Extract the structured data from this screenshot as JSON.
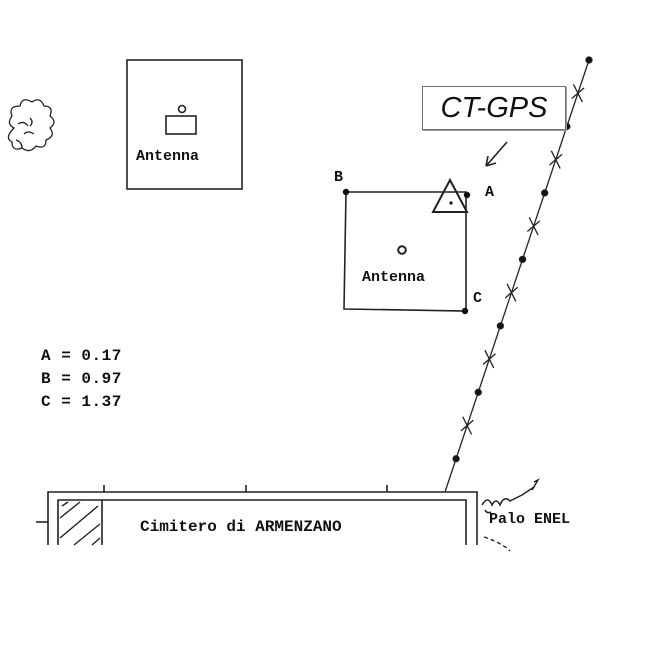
{
  "gps_label": "CT-GPS",
  "antenna_left_label": "Antenna",
  "antenna_right_label": "Antenna",
  "points": {
    "a": "A",
    "b": "B",
    "c": "C"
  },
  "measurements": [
    {
      "name": "A",
      "value": "0.17"
    },
    {
      "name": "B",
      "value": "0.97"
    },
    {
      "name": "C",
      "value": "1.37"
    }
  ],
  "measurement_lines": [
    "A = 0.17",
    "B = 0.97",
    "C = 1.37"
  ],
  "cemetery_label": "Cimitero di ARMENZANO",
  "pole_label": "Palo ENEL"
}
